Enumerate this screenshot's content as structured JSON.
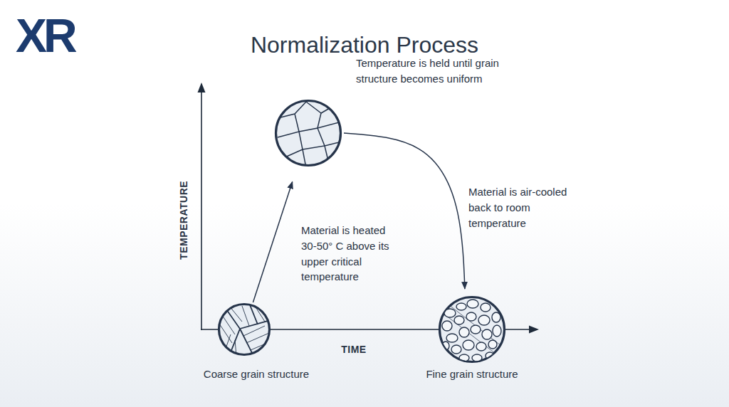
{
  "diagram": {
    "title": "Normalization Process",
    "nodes": [
      {
        "text": [
          "Coarse grain structure"
        ]
      },
      {
        "text": [
          "Temperature is held until grain structure becomes uniform"
        ]
      },
      {
        "text": [
          "Fine grain structure"
        ]
      }
    ],
    "edges": [
      {
        "from": 0,
        "to": 1,
        "label": "Material is heated 30-50° C above its upper critical temperature",
        "arrow": "to"
      },
      {
        "from": 1,
        "to": 2,
        "label": "Material is air-cooled back to room temperature",
        "arrow": "to"
      }
    ],
    "labels": [
      "XR",
      "TEMPERATURE",
      "TIME"
    ]
  }
}
